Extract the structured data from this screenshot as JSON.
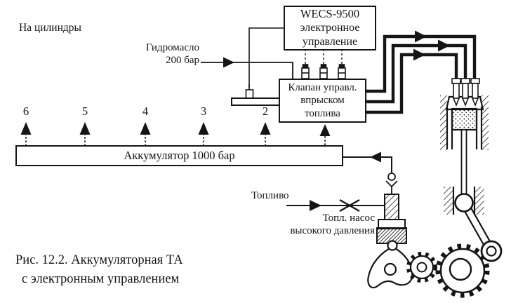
{
  "figure": {
    "caption_line1": "Рис. 12.2. Аккумуляторная ТА",
    "caption_line2": "с электронным управлением"
  },
  "labels": {
    "to_cylinders": "На цилиндры",
    "hydraulic_oil_line1": "Гидромасло",
    "hydraulic_oil_line2": "200 бар",
    "fuel": "Топливо",
    "pump_line1": "Топл. насос",
    "pump_line2": "высокого давления"
  },
  "boxes": {
    "ecu": {
      "line1": "WECS-9500",
      "line2": "электронное",
      "line3": "управление"
    },
    "valve": {
      "line1": "Клапан управл.",
      "line2": "впрыском",
      "line3": "топлива"
    },
    "accumulator": {
      "label": "Аккумулятор 1000 бар"
    }
  },
  "cylinder_numbers": [
    "6",
    "5",
    "4",
    "3",
    "2"
  ],
  "colors": {
    "ink": "#151515",
    "paper": "#ffffff"
  }
}
